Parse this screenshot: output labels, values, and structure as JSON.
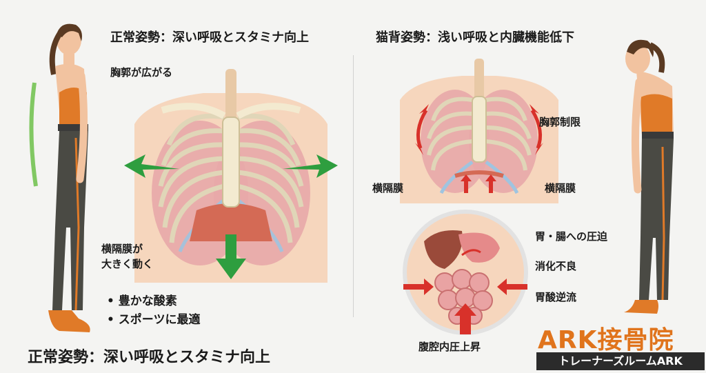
{
  "left_panel": {
    "title": "正常姿勢：深い呼吸とスタミナ向上",
    "label_ribcage": "胸郭が広がる",
    "label_diaphragm_1": "横隔膜が",
    "label_diaphragm_2": "大きく動く",
    "bullets": [
      "豊かな酸素",
      "スポーツに最適"
    ],
    "footer_title": "正常姿勢：深い呼吸とスタミナ向上"
  },
  "right_panel": {
    "title": "猫背姿勢：浅い呼吸と内臓機能低下",
    "label_ribcage_limit": "胸郭制限",
    "label_diaphragm_left": "横隔膜",
    "label_diaphragm_right": "横隔膜",
    "label_compression": "胃・腸への圧迫",
    "label_indigestion": "消化不良",
    "label_reflux": "胃酸逆流",
    "label_pressure": "腹腔内圧上昇"
  },
  "brand": {
    "name": "ARK接骨院",
    "subtitle": "トレーナーズルームARK",
    "accent": "#e0741c"
  },
  "colors": {
    "green_arrow": "#2e9e3f",
    "red_arrow": "#d8312a",
    "rib": "#f3ead0",
    "lung": "#e8a8a8",
    "skin": "#f6d6bd"
  }
}
